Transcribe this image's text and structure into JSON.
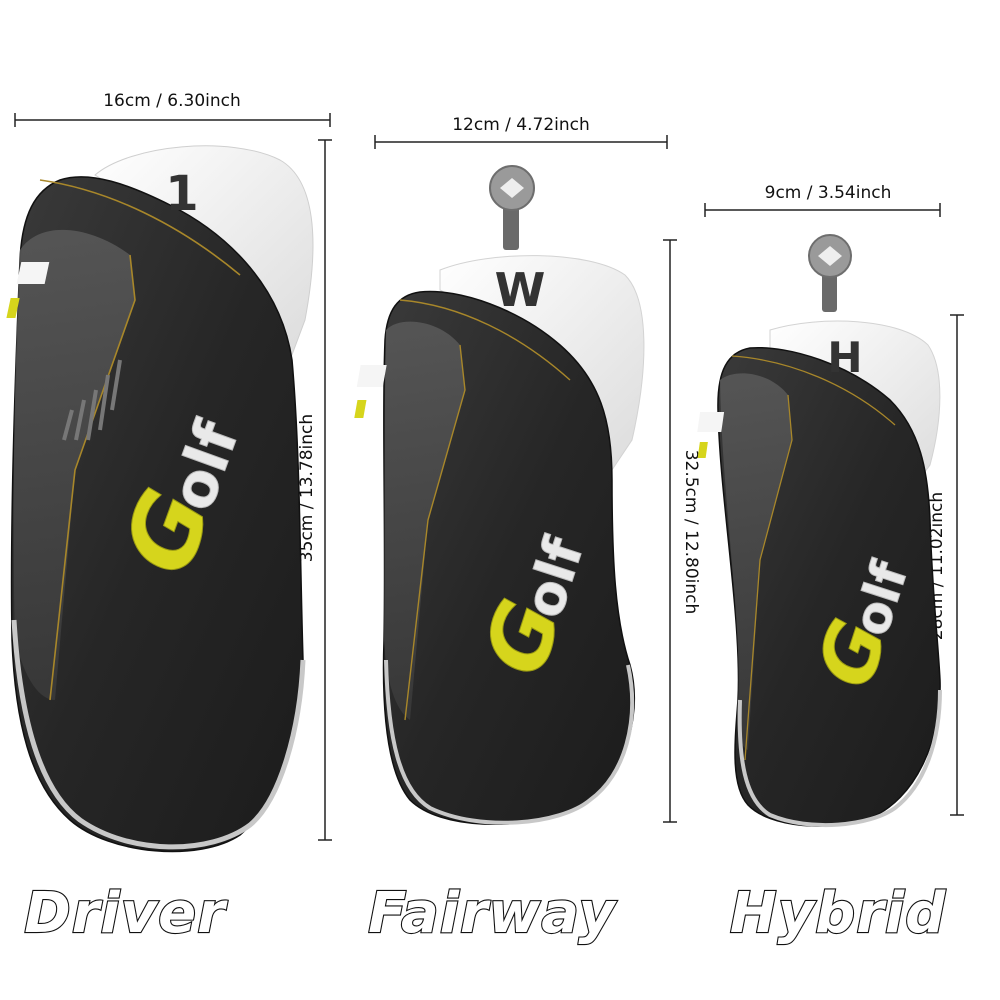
{
  "image": {
    "description_free": true
  },
  "brand": {
    "g_letter": "G",
    "rest": "olf"
  },
  "headcovers": [
    {
      "number": "1",
      "label": "Driver",
      "width_text": "16cm / 6.30inch",
      "height_text": "35cm / 13.78inch"
    },
    {
      "number": "W",
      "label": "Fairway",
      "width_text": "12cm / 4.72inch",
      "height_text": "32.5cm / 12.80inch"
    },
    {
      "number": "H",
      "label": "Hybrid",
      "width_text": "9cm / 3.54inch",
      "height_text": "28cm / 11.02inch"
    }
  ],
  "colors": {
    "cover_body": "#2b2b2b",
    "cover_side": "#3c3c3c",
    "cover_top": "#f2f2f2",
    "accent_yellow": "#d6d51c",
    "trim_silver": "#b8b8b8"
  }
}
